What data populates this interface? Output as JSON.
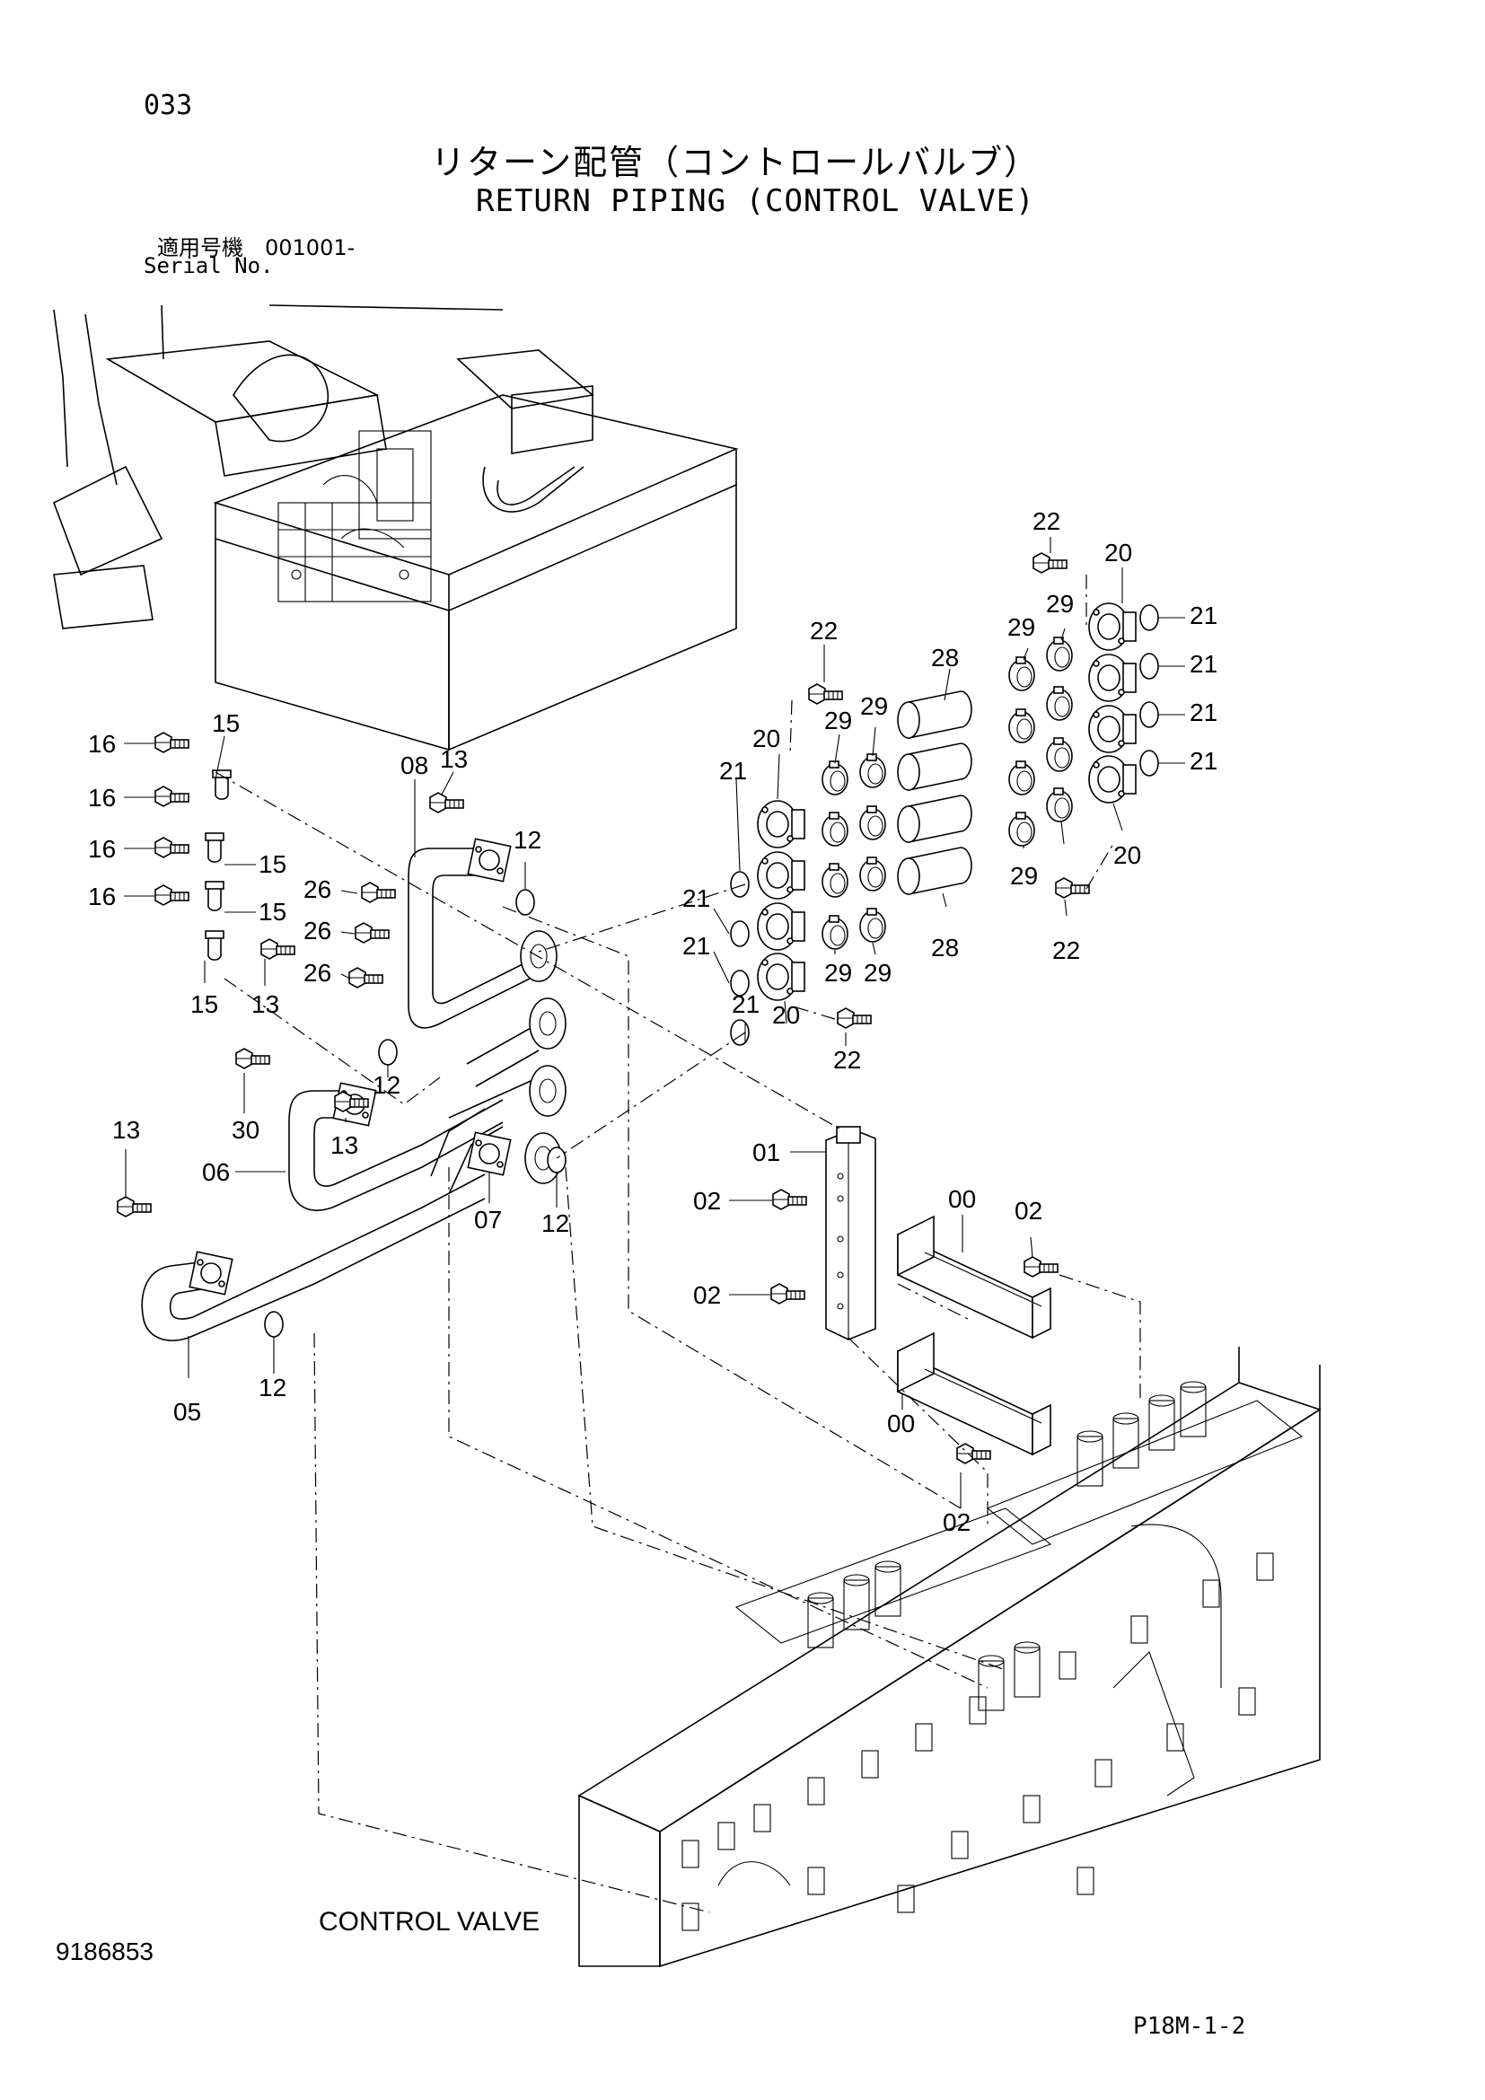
{
  "header": {
    "page_number": "033",
    "title_jp": "リターン配管（コントロールバルブ）",
    "title_en": "RETURN PIPING (CONTROL VALVE)",
    "serial_label_jp": "適用号機　001001-",
    "serial_label_en": "Serial No."
  },
  "footer": {
    "document_number": "9186853",
    "page_code": "P18M-1-2"
  },
  "annotations": {
    "control_valve": "CONTROL VALVE"
  },
  "callouts": {
    "c22a": "22",
    "c20a": "20",
    "c29a": "29",
    "c29b": "29",
    "c21a": "21",
    "c21b": "21",
    "c21c": "21",
    "c21d": "21",
    "c28a": "28",
    "c22b": "22",
    "c29c": "29",
    "c29d": "29",
    "c20b": "20",
    "c21e": "21",
    "c21f": "21",
    "c21g": "21",
    "c29e": "29",
    "c29f": "29",
    "c28b": "28",
    "c29g": "29",
    "c20c": "20",
    "c22c": "22",
    "c21h": "21",
    "c20d": "20",
    "c22d": "22",
    "c16a": "16",
    "c16b": "16",
    "c16c": "16",
    "c16d": "16",
    "c15a": "15",
    "c15b": "15",
    "c15c": "15",
    "c15d": "15",
    "c08": "08",
    "c13a": "13",
    "c12a": "12",
    "c26a": "26",
    "c26b": "26",
    "c26c": "26",
    "c13b": "13",
    "c12b": "12",
    "c30": "30",
    "c13c": "13",
    "c06": "06",
    "c13d": "13",
    "c07": "07",
    "c12c": "12",
    "c05": "05",
    "c12d": "12",
    "c01": "01",
    "c02a": "02",
    "c00a": "00",
    "c02b": "02",
    "c02c": "02",
    "c00b": "00",
    "c02d": "02"
  },
  "icons": {
    "bolt": "bolt-icon",
    "o_ring": "o-ring-icon",
    "flange": "flange-icon",
    "clamp": "hose-clamp-icon",
    "hose": "hose-icon"
  }
}
